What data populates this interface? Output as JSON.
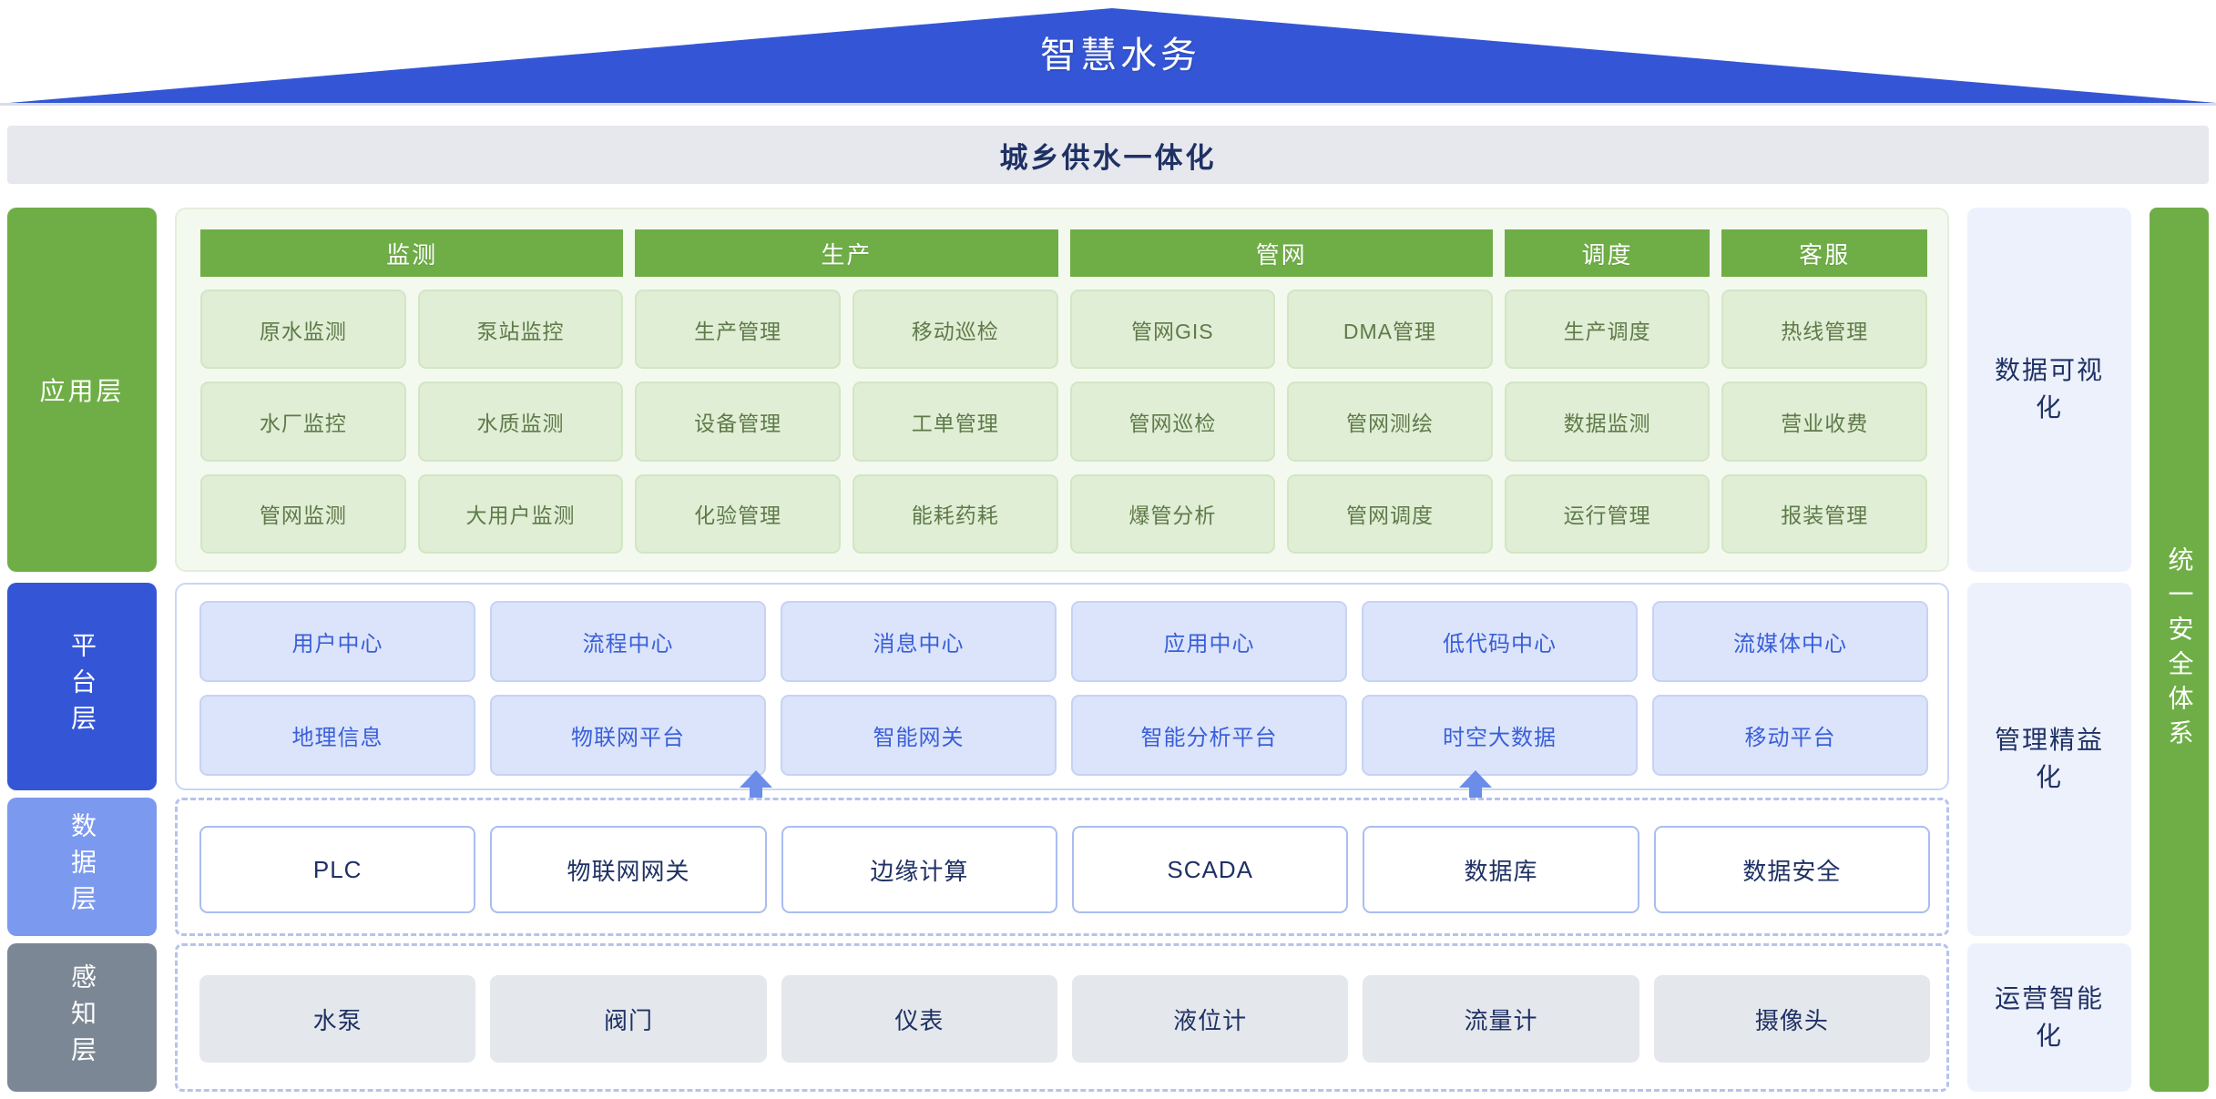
{
  "header": {
    "title": "智慧水务",
    "subtitle": "城乡供水一体化"
  },
  "colors": {
    "roof_blue": "#3456d6",
    "app_green": "#6fae46",
    "platform_blue": "#3456d6",
    "data_blue": "#7b99ef",
    "sense_gray": "#7b8794",
    "subtitle_bg": "#e6e8ee",
    "navy_text": "#1f3164"
  },
  "layers": {
    "application": {
      "label": "应用层",
      "groups": [
        {
          "name": "监测",
          "span": 2,
          "items": [
            "原水监测",
            "泵站监控",
            "水厂监控",
            "水质监测",
            "管网监测",
            "大用户监测"
          ]
        },
        {
          "name": "生产",
          "span": 2,
          "items": [
            "生产管理",
            "移动巡检",
            "设备管理",
            "工单管理",
            "化验管理",
            "能耗药耗"
          ]
        },
        {
          "name": "管网",
          "span": 2,
          "items": [
            "管网GIS",
            "DMA管理",
            "管网巡检",
            "管网测绘",
            "爆管分析",
            "管网调度"
          ]
        },
        {
          "name": "调度",
          "span": 1,
          "items": [
            "生产调度",
            "数据监测",
            "运行管理"
          ]
        },
        {
          "name": "客服",
          "span": 1,
          "items": [
            "热线管理",
            "营业收费",
            "报装管理"
          ]
        }
      ],
      "cells": [
        "原水监测",
        "泵站监控",
        "生产管理",
        "移动巡检",
        "管网GIS",
        "DMA管理",
        "生产调度",
        "热线管理",
        "水厂监控",
        "水质监测",
        "设备管理",
        "工单管理",
        "管网巡检",
        "管网测绘",
        "数据监测",
        "营业收费",
        "管网监测",
        "大用户监测",
        "化验管理",
        "能耗药耗",
        "爆管分析",
        "管网调度",
        "运行管理",
        "报装管理"
      ]
    },
    "platform": {
      "label": "平台层",
      "cells": [
        "用户中心",
        "流程中心",
        "消息中心",
        "应用中心",
        "低代码中心",
        "流媒体中心",
        "地理信息",
        "物联网平台",
        "智能网关",
        "智能分析平台",
        "时空大数据",
        "移动平台"
      ]
    },
    "data": {
      "label": "数据层",
      "cells": [
        "PLC",
        "物联网网关",
        "边缘计算",
        "SCADA",
        "数据库",
        "数据安全"
      ]
    },
    "sense": {
      "label": "感知层",
      "cells": [
        "水泵",
        "阀门",
        "仪表",
        "液位计",
        "流量计",
        "摄像头"
      ]
    }
  },
  "right_pillars": [
    {
      "key": "visualization",
      "label": "数据可视化"
    },
    {
      "key": "management",
      "label": "管理精益化"
    },
    {
      "key": "operation",
      "label": "运营智能化"
    }
  ],
  "security": {
    "label": "统一安全体系"
  }
}
